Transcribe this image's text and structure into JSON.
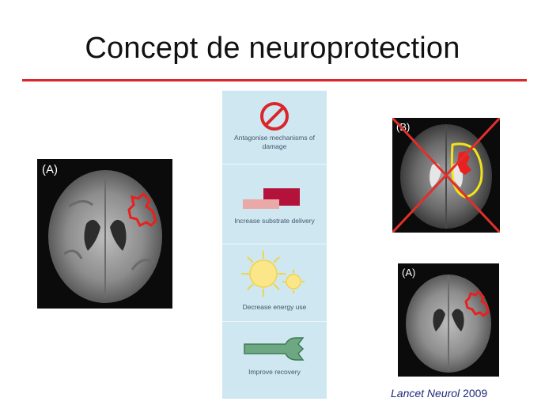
{
  "slide": {
    "title": "Concept de neuroprotection"
  },
  "panel": {
    "items": [
      {
        "label": "Antagonise mechanisms of damage",
        "icon": "prohibition-icon"
      },
      {
        "label": "Increase substrate delivery",
        "icon": "blocks-icon"
      },
      {
        "label": "Decrease energy use",
        "icon": "sun-icon"
      },
      {
        "label": "Improve recovery",
        "icon": "wrench-icon"
      }
    ]
  },
  "scans": {
    "left_label": "(A)",
    "top_right_label": "(B)",
    "bottom_right_label": "(A)"
  },
  "citation": {
    "journal": "Lancet Neurol",
    "year": "2009"
  },
  "colors": {
    "accent": "#d9262a",
    "panel": "#cfe7f1",
    "lesion": "#e82020",
    "penumbra": "#f2e21b",
    "citation": "#1f2a7a"
  }
}
